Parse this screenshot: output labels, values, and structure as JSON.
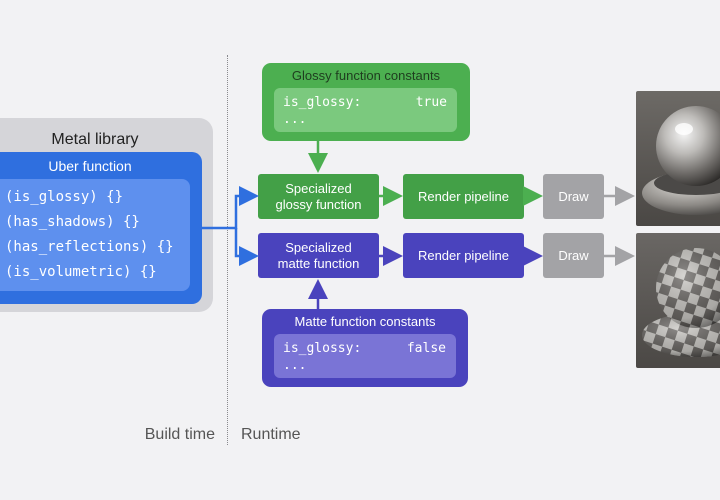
{
  "metal_library": {
    "title": "Metal library",
    "uber_function": {
      "title": "Uber function",
      "lines": [
        "(is_glossy) {}",
        "(has_shadows) {}",
        "(has_reflections) {}",
        "(is_volumetric) {}"
      ]
    }
  },
  "glossy_constants": {
    "title": "Glossy function constants",
    "key": "is_glossy:",
    "value": "true",
    "more": "..."
  },
  "matte_constants": {
    "title": "Matte function constants",
    "key": "is_glossy:",
    "value": "false",
    "more": "..."
  },
  "glossy_path": {
    "function": "Specialized\nglossy function",
    "pipeline": "Render pipeline",
    "draw": "Draw"
  },
  "matte_path": {
    "function": "Specialized\nmatte function",
    "pipeline": "Render pipeline",
    "draw": "Draw"
  },
  "labels": {
    "build_time": "Build time",
    "runtime": "Runtime"
  },
  "colors": {
    "background": "#f2f2f4",
    "uber_blue": "#2f6fdf",
    "glossy_green": "#43a047",
    "matte_purple": "#4a43bd",
    "draw_gray": "#a3a3a6",
    "arrow_blue": "#2f6fdf",
    "arrow_gray": "#a3a3a6"
  }
}
